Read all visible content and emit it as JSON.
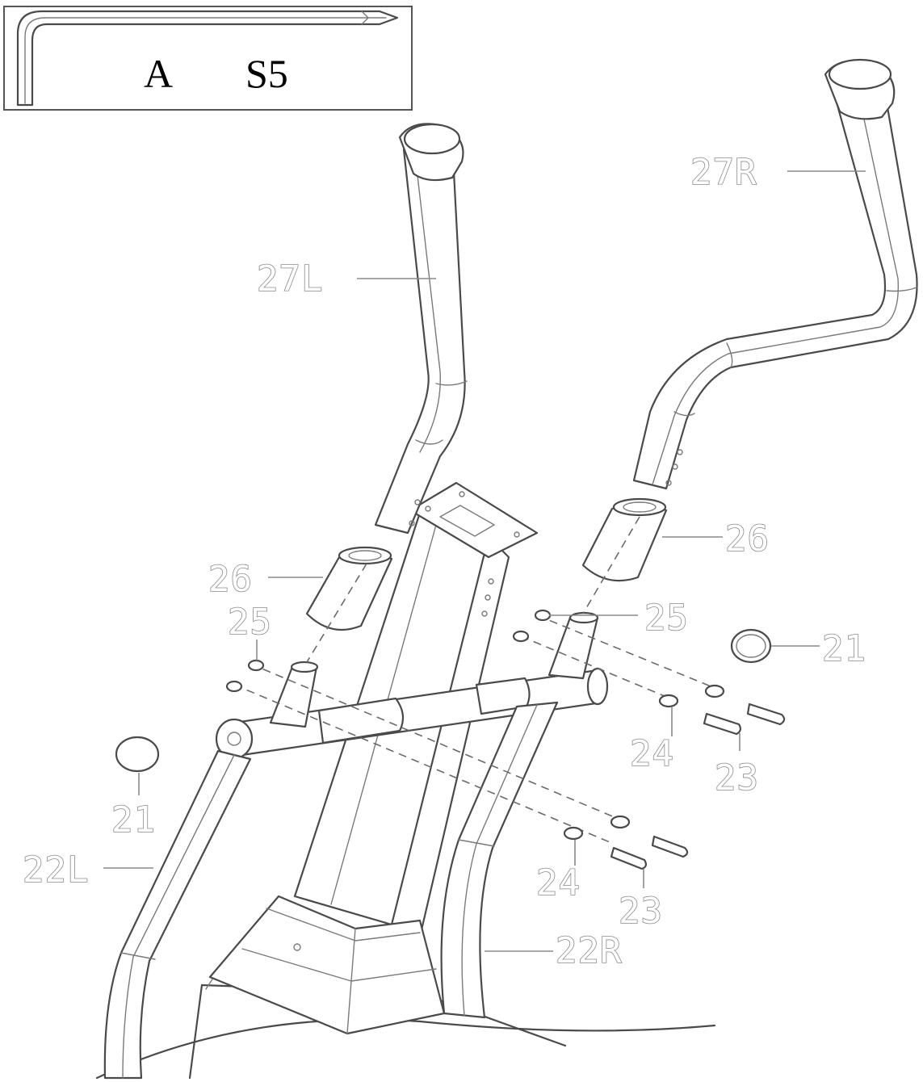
{
  "tool": {
    "letter": "A",
    "size": "S5"
  },
  "parts": [
    {
      "id": "27R",
      "label": "27R"
    },
    {
      "id": "27L",
      "label": "27L"
    },
    {
      "id": "26",
      "label": "26"
    },
    {
      "id": "26",
      "label": "26"
    },
    {
      "id": "25",
      "label": "25"
    },
    {
      "id": "25",
      "label": "25"
    },
    {
      "id": "21",
      "label": "21"
    },
    {
      "id": "21",
      "label": "21"
    },
    {
      "id": "24",
      "label": "24"
    },
    {
      "id": "23",
      "label": "23"
    },
    {
      "id": "24",
      "label": "24"
    },
    {
      "id": "23",
      "label": "23"
    },
    {
      "id": "22L",
      "label": "22L"
    },
    {
      "id": "22R",
      "label": "22R"
    }
  ]
}
